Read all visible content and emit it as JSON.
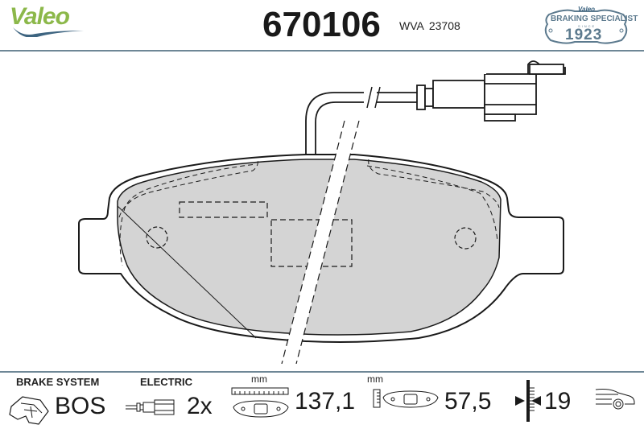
{
  "header": {
    "brand": "Valeo",
    "part_number": "670106",
    "wva_label": "WVA",
    "wva_number": "23708",
    "badge": {
      "brand": "Valeo",
      "title": "BRAKING SPECIALIST",
      "since_label": "SINCE",
      "year": "1923"
    }
  },
  "drawing": {
    "subject": "brake-pad-with-wear-sensor",
    "pad_fill": "#d4d4d4",
    "line_color": "#1a1a1a"
  },
  "specs": {
    "brake_system": {
      "label": "BRAKE SYSTEM",
      "value": "BOS"
    },
    "electric": {
      "label": "ELECTRIC",
      "value": "2x"
    },
    "width": {
      "unit": "mm",
      "value": "137,1"
    },
    "height": {
      "unit": "mm",
      "value": "57,5"
    },
    "thickness": {
      "value": "19"
    }
  },
  "colors": {
    "brand_green": "#8cb84a",
    "brand_blue": "#3d6480",
    "rule": "#6e8796",
    "badge": "#5c7a8e"
  }
}
